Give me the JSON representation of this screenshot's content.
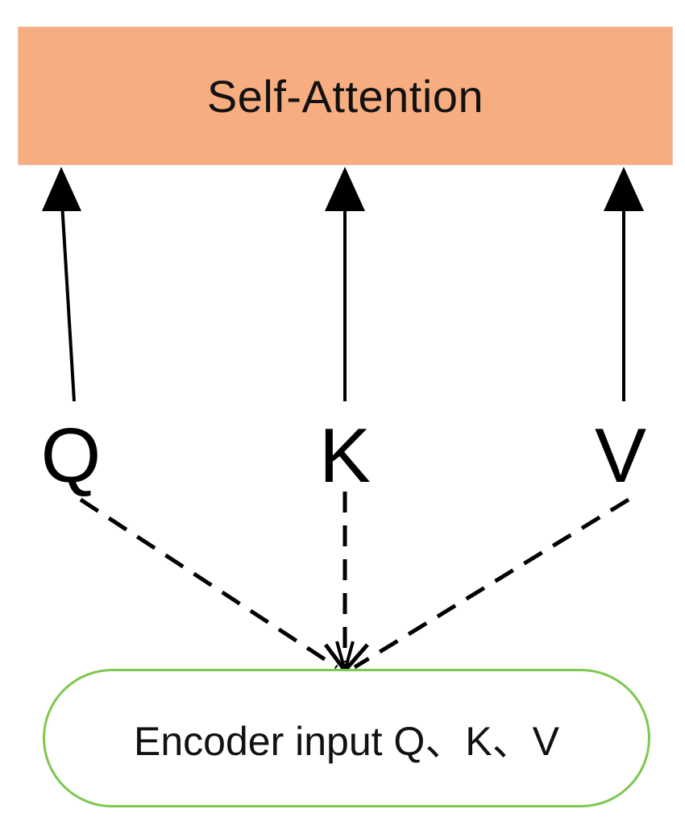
{
  "self_attention": {
    "label": "Self-Attention",
    "fill_color": "#f8ad80"
  },
  "inputs": {
    "q_label": "Q",
    "k_label": "K",
    "v_label": "V"
  },
  "encoder_input": {
    "label": "Encoder input Q、K、V",
    "border_color": "#7ec850"
  },
  "arrows": {
    "solid_color": "#000000",
    "dashed_color": "#000000"
  }
}
